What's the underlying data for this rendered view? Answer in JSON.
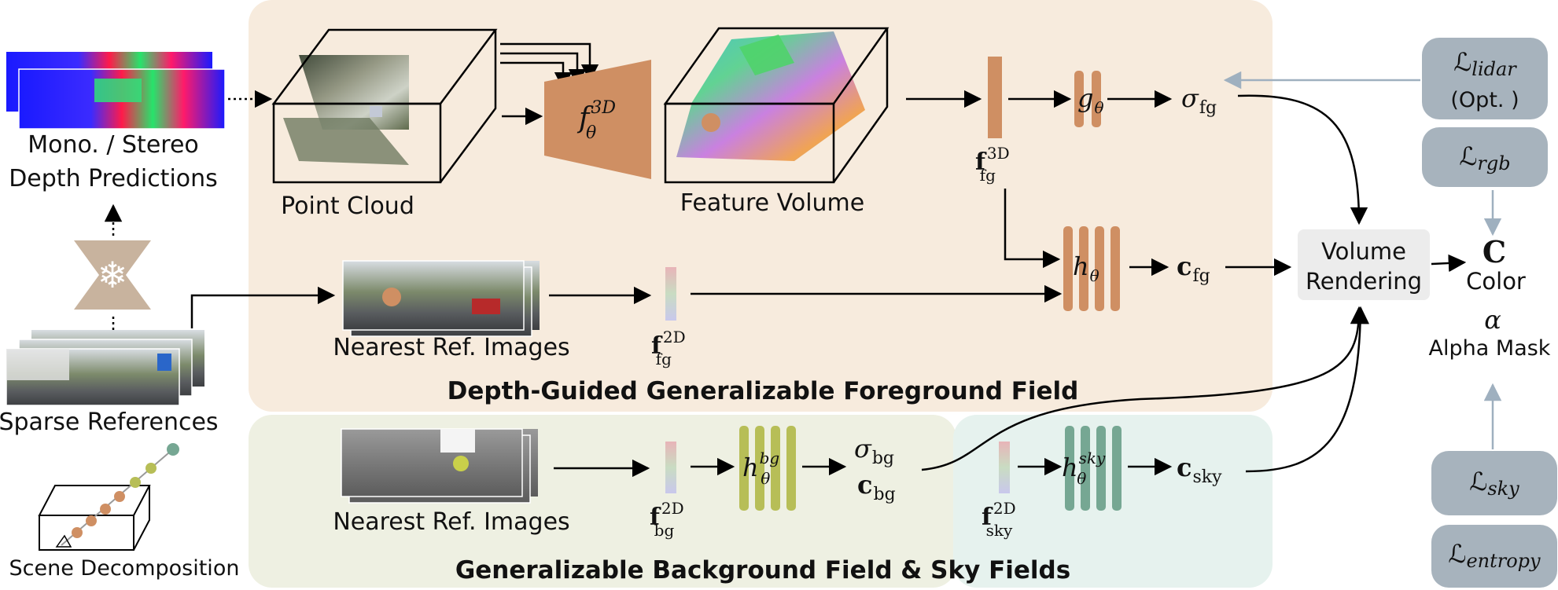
{
  "inputs": {
    "depth_label_1": "Mono. / Stereo",
    "depth_label_2": "Depth Predictions",
    "sparse_label": "Sparse References",
    "decomp_label": "Scene Decomposition"
  },
  "foreground": {
    "title": "Depth-Guided Generalizable Foreground Field",
    "point_cloud_label": "Point Cloud",
    "feature_volume_label": "Feature Volume",
    "nearest_label": "Nearest Ref. Images",
    "f3d_net": "f",
    "f3d_net_sup": "3D",
    "f3d_net_sub": "θ",
    "f3d_feat": "f",
    "f3d_feat_sup": "3D",
    "f3d_feat_sub": "fg",
    "f2d_feat": "f",
    "f2d_feat_sup": "2D",
    "f2d_feat_sub": "fg",
    "g_net": "g",
    "g_net_sub": "θ",
    "h_net": "h",
    "h_net_sub": "θ",
    "sigma": "σ",
    "sigma_sub": "fg",
    "color": "c",
    "color_sub": "fg"
  },
  "background": {
    "title": "Generalizable Background Field & Sky Fields",
    "nearest_label": "Nearest Ref. Images",
    "f2d_feat": "f",
    "f2d_feat_sup": "2D",
    "f2d_feat_sub": "bg",
    "h_net": "h",
    "h_net_sup": "bg",
    "h_net_sub": "θ",
    "sigma": "σ",
    "sigma_sub": "bg",
    "color": "c",
    "color_sub": "bg"
  },
  "sky": {
    "f2d_feat": "f",
    "f2d_feat_sup": "2D",
    "f2d_feat_sub": "sky",
    "h_net": "h",
    "h_net_sup": "sky",
    "h_net_sub": "θ",
    "color": "c",
    "color_sub": "sky"
  },
  "rendering": {
    "label_1": "Volume",
    "label_2": "Rendering",
    "out_c": "C",
    "out_c_label": "Color",
    "out_alpha": "α",
    "out_alpha_label": "Alpha Mask"
  },
  "losses": {
    "lidar": "lidar",
    "lidar_opt": "(Opt. )",
    "rgb": "rgb",
    "sky": "sky",
    "entropy": "entropy",
    "symbol": "ℒ"
  },
  "colors": {
    "fg_panel": "#f7ebdd",
    "bg_panel": "#eef0e2",
    "sky_panel": "#e6f2ee",
    "orange": "#cf8f63",
    "olive": "#b7be57",
    "teal": "#76a793",
    "loss_box": "#a7b3bd",
    "render_box": "#ececec",
    "loss_arrow": "#9fb0bf"
  }
}
